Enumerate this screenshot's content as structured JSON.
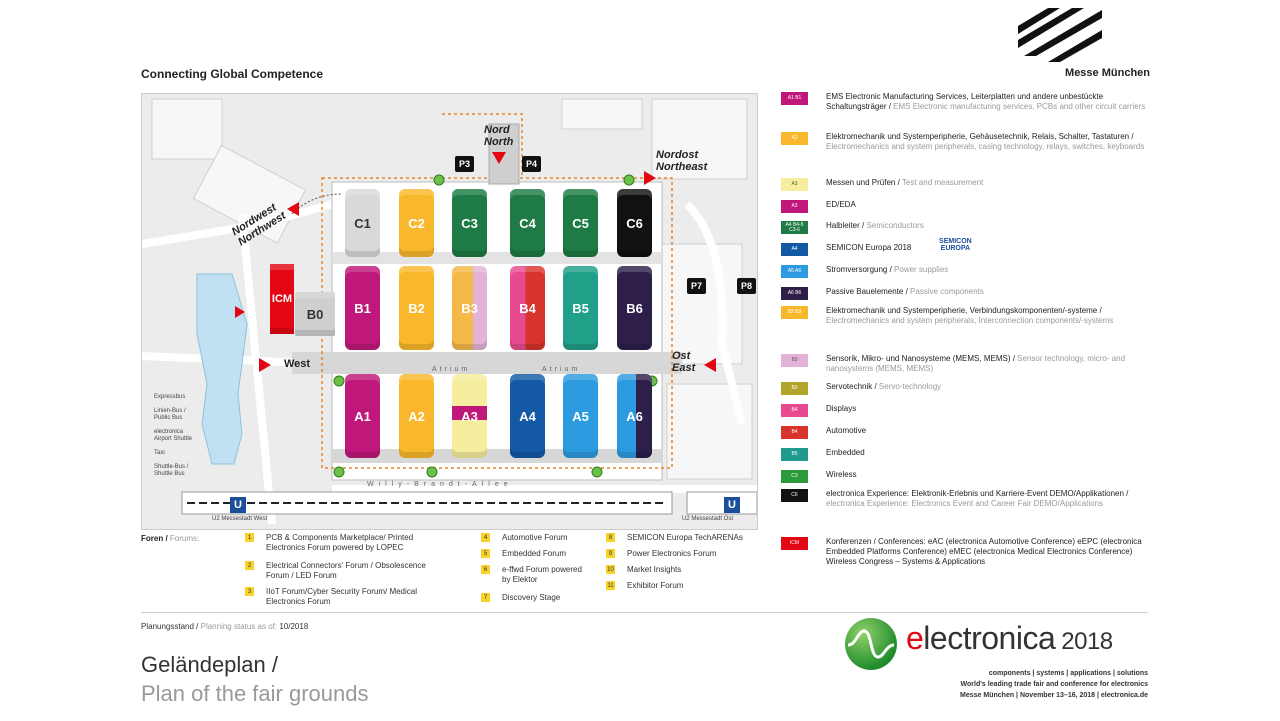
{
  "header": {
    "tagline": "Connecting Global Competence",
    "org_name": "Messe München"
  },
  "map": {
    "halls_row_c": [
      {
        "label": "C1",
        "color": "#d9d9d9"
      },
      {
        "label": "C2",
        "color": "#f9b82b"
      },
      {
        "label": "C3",
        "color": "#1e7b46"
      },
      {
        "label": "C4",
        "color": "#1e7b46"
      },
      {
        "label": "C5",
        "color": "#1e7b46"
      },
      {
        "label": "C6",
        "color": "#111111"
      }
    ],
    "halls_row_b": [
      {
        "label": "B1",
        "color": "#c0187a"
      },
      {
        "label": "B2",
        "color": "#f9b82b"
      },
      {
        "label": "B3",
        "color": "#f5b94a"
      },
      {
        "label": "B4",
        "color": "#e84a8f"
      },
      {
        "label": "B5",
        "color": "#20a089"
      },
      {
        "label": "B6",
        "color": "#2e1f4a"
      }
    ],
    "halls_row_a": [
      {
        "label": "A1",
        "color": "#c0187a"
      },
      {
        "label": "A2",
        "color": "#f9b82b"
      },
      {
        "label": "A3",
        "color": "#f6ed9e"
      },
      {
        "label": "A4",
        "color": "#1359a6"
      },
      {
        "label": "A5",
        "color": "#2d9be0"
      },
      {
        "label": "A6",
        "color": "#2d9be0"
      }
    ],
    "hall_b0": "B0",
    "icm": "ICM",
    "parking": [
      "P3",
      "P4",
      "P7",
      "P8"
    ],
    "entrances": {
      "north_de": "Nord",
      "north_en": "North",
      "northeast_de": "Nordost",
      "northeast_en": "Northeast",
      "northwest_de": "Nordwest",
      "northwest_en": "Northwest",
      "west": "West",
      "east_de": "Ost",
      "east_en": "East"
    },
    "atrium": "Atrium",
    "street_bottom": "Willy-Brandt-Allee",
    "ubahn_west": "U2 Messestadt West",
    "ubahn_east": "U2 Messestadt Ost",
    "ubahn_symbol": "U",
    "map_legend": [
      "Expressbus",
      "Linien-Bus / Public Bus",
      "electronica Airport Shuttle",
      "Taxi",
      "Shuttle-Bus / Shuttle Bus"
    ]
  },
  "legend": [
    {
      "chip": "A1 B1",
      "color": "#c0187a",
      "de": "EMS Electronic Manufacturing Services, Leiterplatten und andere unbestückte Schaltungsträger / ",
      "en": "EMS Electronic manufacturing services, PCBs and other circuit carriers"
    },
    {
      "chip": "A2",
      "color": "#f9b82b",
      "de": "Elektromechanik und Systemperipherie, Gehäusetechnik, Relais, Schalter, Tastaturen / ",
      "en": "Electromechanics and system peripherals, casing technology, relays, switches, keyboards"
    },
    {
      "chip": "A3",
      "color": "#f6ed9e",
      "de": "Messen und Prüfen / ",
      "en": "Test and measurement"
    },
    {
      "chip": "A3",
      "color": "#c0187a",
      "de": "ED/EDA",
      "en": ""
    },
    {
      "chip": "A4 B4-5 C3-6",
      "color": "#1e7b46",
      "de": "Halbleiter / ",
      "en": "Semiconductors"
    },
    {
      "chip": "A4",
      "color": "#1359a6",
      "de": "SEMICON Europa 2018",
      "en": ""
    },
    {
      "chip": "A5 A6",
      "color": "#2d9be0",
      "de": "Stromversorgung / ",
      "en": "Power supplies"
    },
    {
      "chip": "A6 B6",
      "color": "#2e1f4a",
      "de": "Passive Bauelemente / ",
      "en": "Passive components"
    },
    {
      "chip": "B2 B3",
      "color": "#f9b82b",
      "de": "Elektromechanik und Systemperipherie, Verbindungskomponenten/-systeme / ",
      "en": "Electromechanics and system peripherals, Interconnection components/-systems"
    },
    {
      "chip": "B3",
      "color": "#e2b3d6",
      "de": "Sensorik, Mikro- und Nanosysteme (MEMS, MEMS) / ",
      "en": "Sensor technology, micro- and nanosystems (MEMS, MEMS)"
    },
    {
      "chip": "B3",
      "color": "#b1a52a",
      "de": "Servotechnik / ",
      "en": "Servo-technology"
    },
    {
      "chip": "B4",
      "color": "#e84a8f",
      "de": "Displays",
      "en": ""
    },
    {
      "chip": "B4",
      "color": "#d9342b",
      "de": "Automotive",
      "en": ""
    },
    {
      "chip": "B5",
      "color": "#1f9a8c",
      "de": "Embedded",
      "en": ""
    },
    {
      "chip": "C3",
      "color": "#2b9a3b",
      "de": "Wireless",
      "en": ""
    },
    {
      "chip": "C6",
      "color": "#111111",
      "de": "electronica Experience: Elektronik-Erlebnis und Karriere-Event DEMO/Applikationen / ",
      "en": "electronica Experience: Electronics Event and Career Fair DEMO/Applications"
    },
    {
      "chip": "ICM",
      "color": "#e30613",
      "de": "Konferenzen / Conferences: eAC (electronica Automotive Conference) eEPC (electronica Embedded Platforms Conference) eMEC (electronica Medical Electronics Conference) Wireless Congress – Systems & Applications",
      "en": ""
    }
  ],
  "semicon_logo": "SEMICON EUROPA",
  "forums": {
    "title_de": "Foren / ",
    "title_en": "Forums:",
    "items": [
      {
        "n": "1",
        "text": "PCB & Components Marketplace/ Printed Electronics Forum powered by LOPEC"
      },
      {
        "n": "2",
        "text": "Electrical Connectors' Forum / Obsolescence Forum / LED Forum"
      },
      {
        "n": "3",
        "text": "IIoT Forum/Cyber Security Forum/ Medical Electronics Forum"
      },
      {
        "n": "4",
        "text": "Automotive Forum"
      },
      {
        "n": "5",
        "text": "Embedded Forum"
      },
      {
        "n": "6",
        "text": "e-ffwd Forum powered by Elektor"
      },
      {
        "n": "7",
        "text": "Discovery Stage"
      },
      {
        "n": "8",
        "text": "SEMICON Europa TechARENAs"
      },
      {
        "n": "9",
        "text": "Power Electronics Forum"
      },
      {
        "n": "10",
        "text": "Market Insights"
      },
      {
        "n": "11",
        "text": "Exhibitor Forum"
      }
    ]
  },
  "footer": {
    "plan_de": "Planungsstand / ",
    "plan_en": "Planning status as of:",
    "plan_date": "10/2018",
    "title_de": "Geländeplan /",
    "title_en": "Plan of the fair grounds",
    "brand_e": "e",
    "brand_rest": "lectronica",
    "brand_year": "2018",
    "brand_line1": "components | systems | applications | solutions",
    "brand_line2": "World's leading trade fair and conference for electronics",
    "brand_line3": "Messe München | November 13–16, 2018 | electronica.de"
  }
}
